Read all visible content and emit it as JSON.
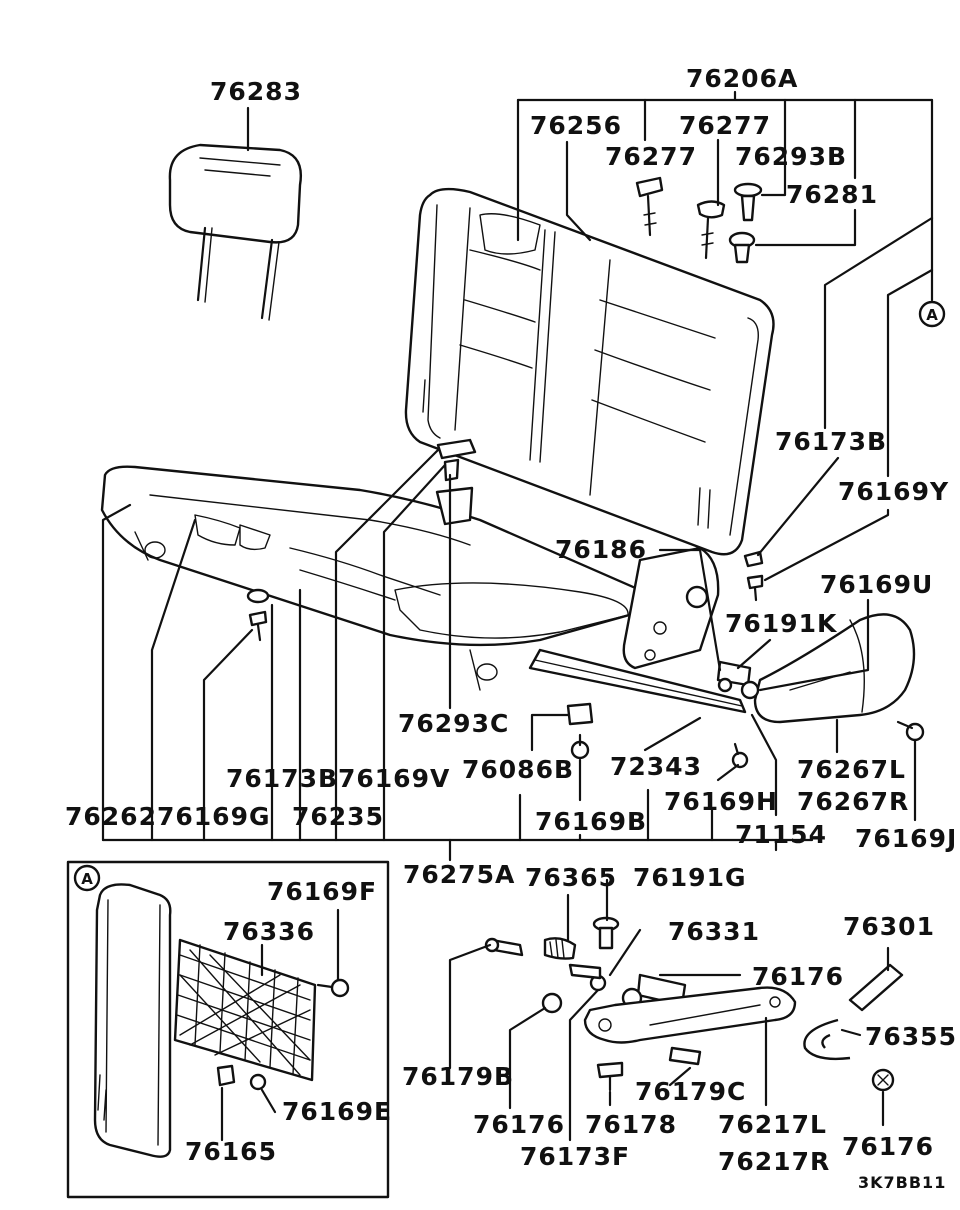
{
  "labels": {
    "l76283": "76283",
    "l76206A": "76206A",
    "l76256": "76256",
    "l76277a": "76277",
    "l76277b": "76277",
    "l76293B": "76293B",
    "l76281": "76281",
    "l76173B_r": "76173B",
    "l76169Y": "76169Y",
    "l76186": "76186",
    "l76169U": "76169U",
    "l76191K": "76191K",
    "l76293C": "76293C",
    "l76086B": "76086B",
    "l72343": "72343",
    "l76267L": "76267L",
    "l76267R": "76267R",
    "l76169J": "76169J",
    "l76173B_l": "76173B",
    "l76169V": "76169V",
    "l76169H": "76169H",
    "l76262": "76262",
    "l76169G": "76169G",
    "l76235": "76235",
    "l76169B": "76169B",
    "l71154": "71154",
    "l76275A": "76275A",
    "l76365": "76365",
    "l76191G": "76191G",
    "l76169F": "76169F",
    "l76336": "76336",
    "l76331": "76331",
    "l76301": "76301",
    "l76176_a": "76176",
    "l76355": "76355",
    "l76179B": "76179B",
    "l76179C": "76179C",
    "l76169E": "76169E",
    "l76176_b": "76176",
    "l76178": "76178",
    "l76217L": "76217L",
    "l76217R": "76217R",
    "l76176_c": "76176",
    "l76165": "76165",
    "l76173F": "76173F",
    "ref_code": "3K7BB11",
    "callout_a": "A",
    "callout_a_inset": "A"
  }
}
